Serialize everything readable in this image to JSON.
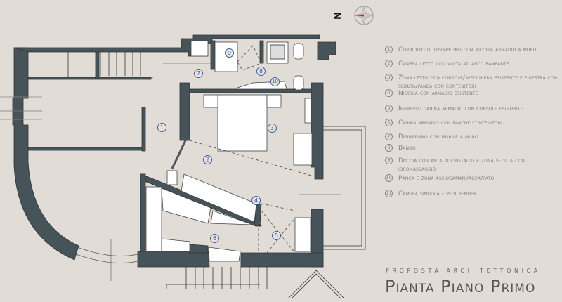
{
  "compass": {
    "north_label": "N"
  },
  "plan_labels": [
    "1",
    "2",
    "3",
    "4",
    "5",
    "6",
    "7",
    "8",
    "9",
    "10"
  ],
  "legend": [
    {
      "num": "1",
      "text": "Corridoio di disimpegno con nicchia armadio a muro"
    },
    {
      "num": "2",
      "text": "Camera letto con volta ad arco rampante"
    },
    {
      "num": "3",
      "text": "Zona letto con console/specchiera esistente e finestra con seduta/panca con contenitori"
    },
    {
      "num": "4",
      "text": "Nicchia con armadio esistente"
    },
    {
      "num": "5",
      "text": "Ingresso cabina armadio con console esistente"
    },
    {
      "num": "6",
      "text": "Cabina armadio con panche contenitori"
    },
    {
      "num": "7",
      "text": "Disimpegno con mobile a muro"
    },
    {
      "num": "8",
      "text": "Bango"
    },
    {
      "num": "9",
      "text": "Doccia con anta in cristallo e zona seduta con idromassaggio"
    },
    {
      "num": "10",
      "text": "Panca e zona asciugamani/accappatoi"
    },
    {
      "num": "11",
      "text": "Camera singola - vedi render"
    }
  ],
  "title": {
    "subtitle": "PROPOSTA ARCHITETTONICA",
    "main": "Pianta Piano Primo"
  },
  "colors": {
    "background": "#e2dcd7",
    "wall": "#46545a",
    "label": "#3e5c9a",
    "legend_text": "#8a817b"
  }
}
